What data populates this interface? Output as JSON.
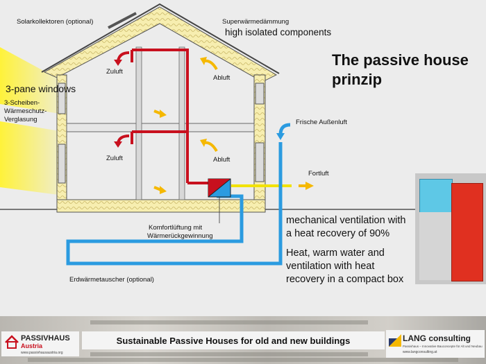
{
  "labels": {
    "solar": "Solarkollektoren (optional)",
    "superinsulation": "Superwärmedämmung",
    "high_isolated": "high isolated components",
    "title_line1": "The passive house",
    "title_line2": "prinzip",
    "three_pane": "3-pane windows",
    "glazing_de_1": "3-Scheiben-",
    "glazing_de_2": "Wärmeschutz-",
    "glazing_de_3": "Verglasung",
    "supply_air_top": "Zuluft",
    "exhaust_air_top": "Abluft",
    "supply_air_bottom": "Zuluft",
    "exhaust_air_bottom": "Abluft",
    "fresh_air": "Frische Außenluft",
    "outgoing_air": "Fortluft",
    "comfort_vent_1": "Komfortlüftung mit",
    "comfort_vent_2": "Wärmerückgewinnung",
    "ground_hx": "Erdwärmetauscher (optional)",
    "mech_vent_1": "mechanical ventilation with",
    "mech_vent_2": "a heat recovery of 90%",
    "compact_1": "Heat, warm water and",
    "compact_2": "ventilation with heat",
    "compact_3": "recovery in a compact box"
  },
  "footer": {
    "tagline": "Sustainable Passive Houses for old and new buildings",
    "logo_left_main": "PASSIVHAUS",
    "logo_left_sub": "Austria",
    "logo_left_url": "www.passivhausaustria.org",
    "logo_right_main": "LANG consulting",
    "logo_right_sub": "Passivhaus – Innovative Bauconcepte für Alt und Neubau",
    "logo_right_url": "www.langconsulting.at"
  },
  "colors": {
    "insulation": "#f7eeb0",
    "supply_duct": "#c8101e",
    "fresh_duct": "#2b9be0",
    "exhaust_duct": "#f2e200",
    "sunlight": "#fff23a",
    "warm_arrow": "#f5b800",
    "compact_unit_top": "#5ec8e6",
    "compact_unit_body": "#e03020"
  },
  "icons": [
    "supply-arrow-icon",
    "exhaust-arrow-icon",
    "warm-air-arrow-icon",
    "fresh-air-arrow-icon",
    "outgoing-air-arrow-icon",
    "heat-exchanger-icon",
    "house-logo-icon",
    "lang-logo-icon"
  ]
}
